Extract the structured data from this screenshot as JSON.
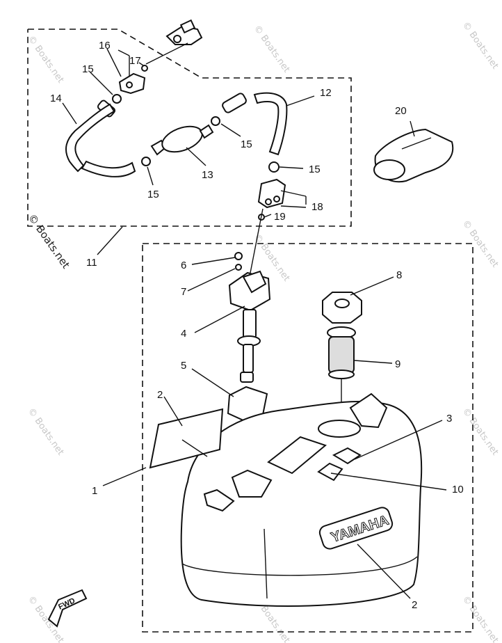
{
  "diagram": {
    "brand": "YAMAHA",
    "direction_arrow": "FWD",
    "watermark": "© Boats.net",
    "callouts": [
      "1",
      "2",
      "2",
      "3",
      "4",
      "5",
      "6",
      "7",
      "8",
      "9",
      "10",
      "11",
      "12",
      "13",
      "14",
      "15",
      "15",
      "15",
      "15",
      "16",
      "17",
      "18",
      "19",
      "20"
    ]
  }
}
